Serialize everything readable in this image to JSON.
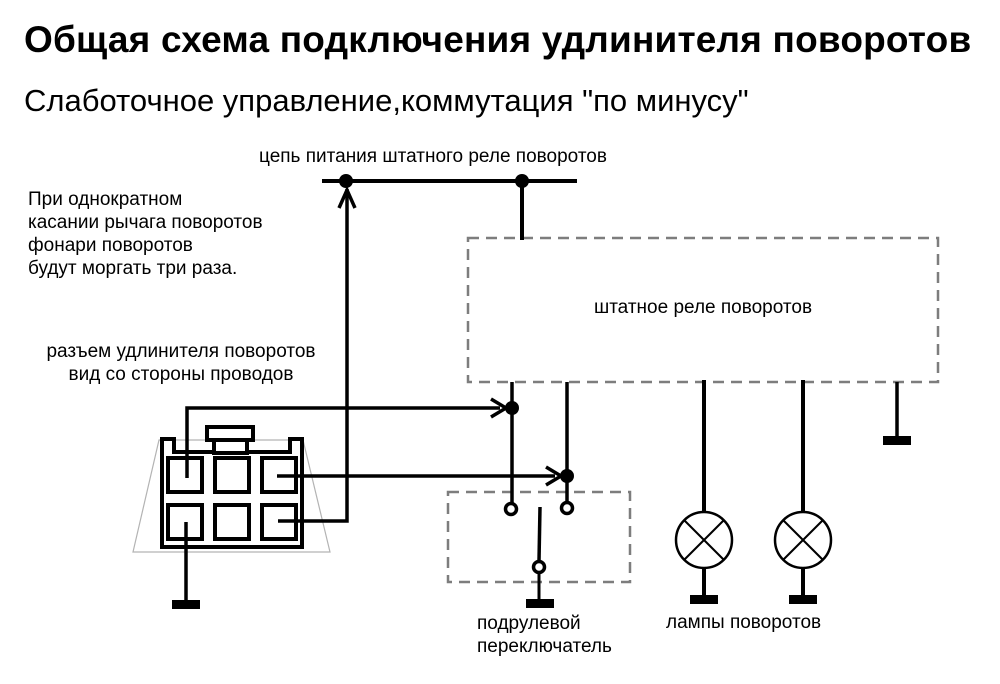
{
  "title": "Общая схема подключения удлинителя поворотов",
  "subtitle": "Слаботочное управление,коммутация \"по минусу\"",
  "labels": {
    "power_line": "цепь питания штатного реле поворотов",
    "note": "При однократном\nкасании рычага поворотов\nфонари поворотов\nбудут моргать три раза.",
    "connector": "разъем удлинителя поворотов\nвид со стороны проводов",
    "relay": "штатное реле поворотов",
    "steering_switch": "подрулевой\nпереключатель",
    "lamps": "лампы поворотов"
  },
  "colors": {
    "wire": "#000000",
    "dash": "#7d7d7d",
    "thin": "#b3b3b3",
    "bg": "#ffffff"
  }
}
